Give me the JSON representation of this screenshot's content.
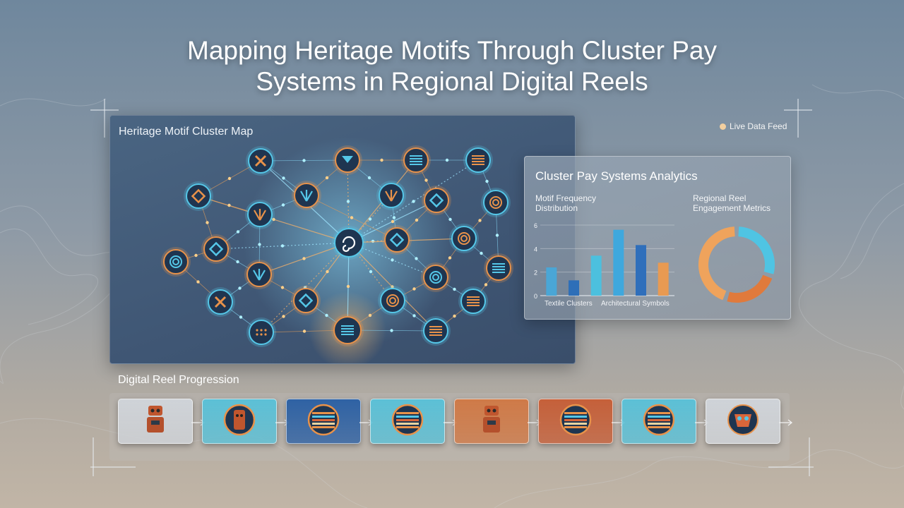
{
  "title_line1": "Mapping Heritage Motifs Through Cluster Pay",
  "title_line2": "Systems in Regional Digital Reels",
  "map_panel": {
    "title": "Heritage Motif Cluster Map"
  },
  "live_feed": {
    "label": "Live Data Feed"
  },
  "analytics": {
    "title": "Cluster Pay Systems Analytics",
    "freq_label_1": "Motif Frequency",
    "freq_label_2": "Distribution",
    "eng_label_1": "Regional Reel",
    "eng_label_2": "Engagement Metrics",
    "x_label_left": "Textile Clusters",
    "x_label_right": "Architectural Symbols"
  },
  "chart_data": [
    {
      "type": "bar",
      "title": "Motif Frequency Distribution",
      "categories": [
        "",
        "",
        "",
        "",
        "",
        ""
      ],
      "values": [
        2.4,
        1.3,
        3.4,
        5.6,
        4.3,
        2.8
      ],
      "ylim": [
        0,
        6
      ],
      "yticks": [
        "0",
        "2",
        "4",
        "6"
      ],
      "xlabels": [
        "Textile Clusters",
        "Architectural Symbols"
      ],
      "colors": [
        "#4aa6d6",
        "#2e6fb8",
        "#4cc0de",
        "#3fa8dd",
        "#2f6fbb",
        "#e89a52"
      ]
    },
    {
      "type": "pie",
      "title": "Regional Reel Engagement Metrics",
      "values": [
        30,
        25,
        45
      ],
      "colors": [
        "#4fc4e3",
        "#e07a3c",
        "#efa35c"
      ]
    }
  ],
  "reel": {
    "title": "Digital Reel Progression",
    "tiles": [
      {
        "bg": "#cfd3d8",
        "icon": "totem-icon"
      },
      {
        "bg": "#5cc0d6",
        "icon": "totem-medallion-icon"
      },
      {
        "bg": "#2f62a4",
        "icon": "textile-medallion-icon"
      },
      {
        "bg": "#5cc0d6",
        "icon": "textile-medallion-icon"
      },
      {
        "bg": "#cf7a48",
        "icon": "totem-icon"
      },
      {
        "bg": "#c5603a",
        "icon": "pattern-medallion-icon"
      },
      {
        "bg": "#5cc0d6",
        "icon": "pattern-medallion-icon"
      },
      {
        "bg": "#cfd3d8",
        "icon": "mask-icon"
      }
    ]
  },
  "colors": {
    "orange": "#e8924a",
    "cyan": "#55c7e8",
    "navy": "#1f3550"
  }
}
